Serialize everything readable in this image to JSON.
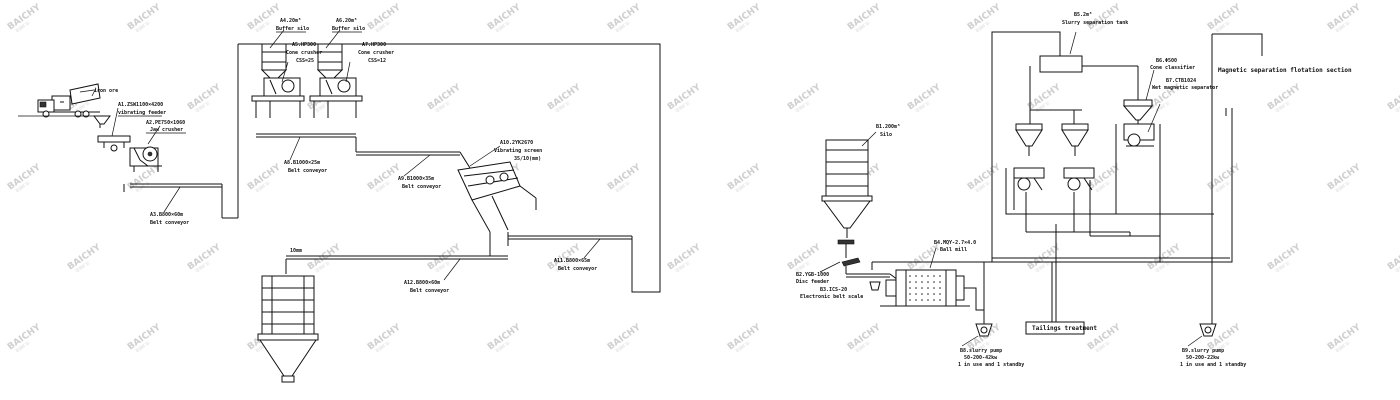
{
  "watermark": {
    "brand": "BAICHY",
    "sub": "百琪矿业"
  },
  "left_diagram": {
    "a1": "A1.ZSW1100×4200",
    "a1b": "vibrating feeder",
    "a2": "A2.PE750×1060",
    "a2b": "Jaw crusher",
    "a3": "A3.B800×60m",
    "a3b": "Belt conveyor",
    "a4": "A4.20m³",
    "a4b": "Buffer silo",
    "a5": "A5.HP300",
    "a5b": "Cone crusher",
    "a5c": "CSS=25",
    "a6": "A6.20m³",
    "a6b": "Buffer silo",
    "a7": "A7.HP300",
    "a7b": "Cone crusher",
    "a7c": "CSS=12",
    "a8": "A8.B1000×25m",
    "a8b": "Belt conveyor",
    "a9": "A9.B1000×35m",
    "a9b": "Belt conveyor",
    "a10": "A10.2YK2670",
    "a10b": "Vibrating screen",
    "a10c": "35/10(mm)",
    "a11": "A11.B800×65m",
    "a11b": "Belt conveyor",
    "a12": "A12.B800×60m",
    "a12b": "Belt conveyor",
    "size_label": "10mm",
    "truck_label": "iron ore"
  },
  "right_diagram": {
    "silo": "B1.200m³",
    "silo_b": "Silo",
    "feeder": "B2.YGB-1000",
    "feeder_b": "Disc feeder",
    "weigher": "B3.ICS-20",
    "weigher_b": "Electronic belt scale",
    "mill": "B4.MQY-2.7×4.0",
    "mill_b": "Ball mill",
    "tank": "B5.2m³",
    "tank_b": "Slurry separation tank",
    "cyclone": "B6.Φ500",
    "cyclone_b": "Cone classifier",
    "separator": "B7.CTB1024",
    "separator_b": "Wet magnetic separator",
    "pump_left": "B8.slurry pump",
    "pump_left_b": "50-200-42kw",
    "pump_left_c": "1 in use and 1 standby",
    "pump_right": "B9.slurry pump",
    "pump_right_b": "50-200-22kw",
    "pump_right_c": "1 in use and 1 standby",
    "tailings": "Tailings treatment",
    "section": "Magnetic separation flotation section"
  }
}
